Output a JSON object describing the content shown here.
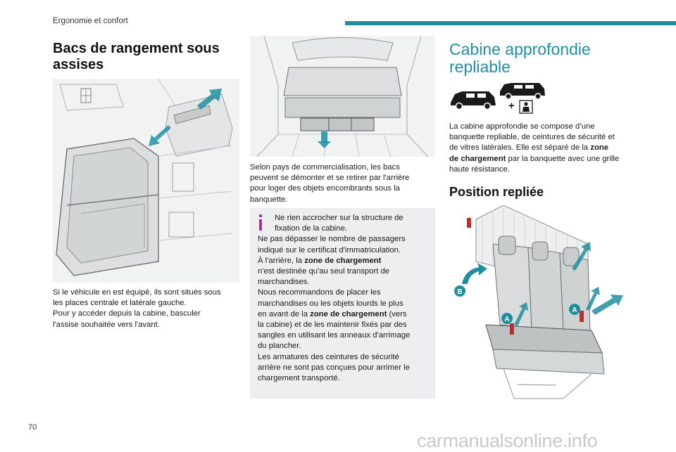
{
  "header": {
    "section": "Ergonomie et confort"
  },
  "colors": {
    "accent": "#1f8fa0",
    "info_box_bg": "#eceef0",
    "arrow_teal": "#1f8fa0"
  },
  "col1": {
    "title_line1": "Bacs de rangement sous",
    "title_line2": "assises",
    "para_lines": [
      "Si le véhicule en est équipé, ils sont situés sous",
      "les places centrale et latérale gauche.",
      "Pour y accéder depuis la cabine, basculer",
      "l'assise souhaitée vers l'avant."
    ]
  },
  "col2": {
    "para_lines": [
      "Selon pays de commercialisation, les bacs",
      "peuvent se démonter et se retirer par l'arrière",
      "pour loger des objets encombrants sous la",
      "banquette."
    ],
    "info": {
      "icon": "info-icon",
      "l1": "Ne rien accrocher sur la structure de",
      "l2": "fixation de la cabine.",
      "l3": "Ne pas dépasser le nombre de passagers",
      "l4": "indiqué sur le certificat d'immatriculation.",
      "l5_a": "À l'arrière, la ",
      "l5_b": "zone de chargement",
      "l6": "n'est destinée qu'au seul transport de",
      "l7": "marchandises.",
      "l8": "Nous recommandons de placer les",
      "l9": "marchandises ou les objets lourds le plus",
      "l10_a": "en avant de la ",
      "l10_b": "zone de chargement",
      "l10_c": " (vers",
      "l11": "la cabine) et de les maintenir fixés par des",
      "l12": "sangles en utilisant les anneaux d'arrimage",
      "l13": "du plancher.",
      "l14": "Les armatures des ceintures de sécurité",
      "l15": "arrière ne sont pas conçues pour arrimer le",
      "l16": "chargement transporté."
    }
  },
  "col3": {
    "title_line1": "Cabine approfondie",
    "title_line2": "repliable",
    "para": {
      "l1": "La cabine approfondie se compose d’une",
      "l2": "banquette repliable, de ceintures de sécurité et",
      "l3_a": "de vitres latérales. Elle est séparé de la ",
      "l3_b": "zone",
      "l4_a": "de chargement",
      "l4_b": " par la banquette avec une grille",
      "l5": "haute résistance."
    },
    "section2_title": "Position repliée",
    "plus_sign": "+",
    "label_a": "A",
    "label_b": "B"
  },
  "footer": {
    "page_number": "70",
    "watermark": "carmanualsonline.info"
  }
}
